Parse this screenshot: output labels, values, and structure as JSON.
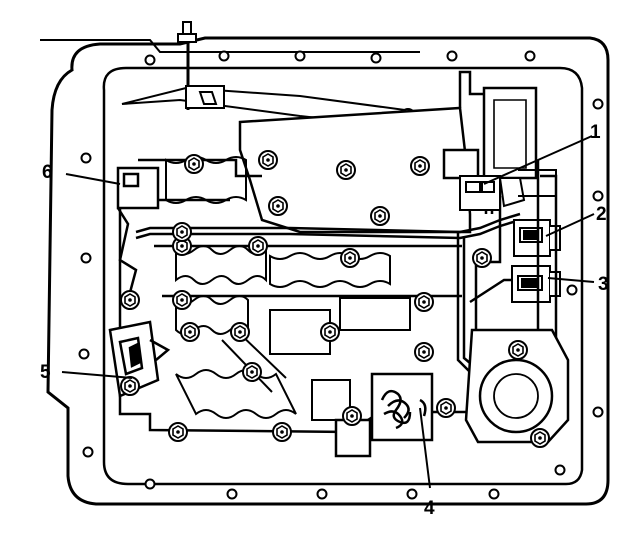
{
  "colors": {
    "ink": "#000000",
    "paper": "#ffffff"
  },
  "callouts": [
    {
      "label": "1",
      "points_to": "harness-connector"
    },
    {
      "label": "2",
      "points_to": "upper-pressure-switch"
    },
    {
      "label": "3",
      "points_to": "lower-pressure-switch"
    },
    {
      "label": "4",
      "points_to": "solenoid-wire-coil"
    },
    {
      "label": "5",
      "points_to": "left-valve-fitting"
    },
    {
      "label": "6",
      "points_to": "left-bracket"
    }
  ]
}
